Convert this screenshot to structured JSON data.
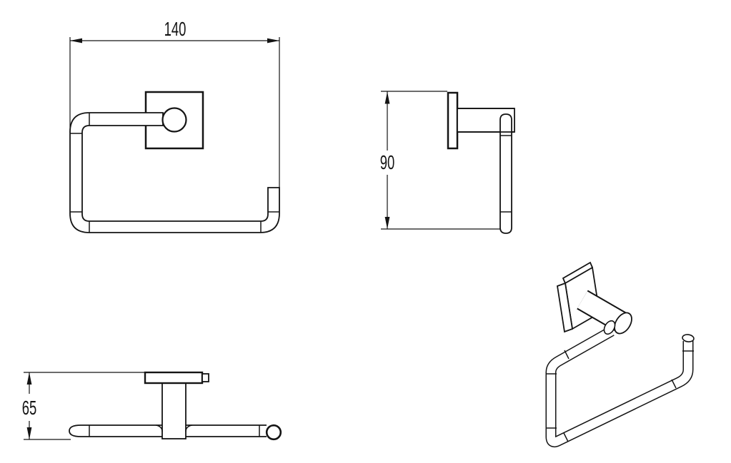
{
  "colors": {
    "background": "#ffffff",
    "line": "#141414"
  },
  "views": {
    "front": {
      "dimension_width": "140"
    },
    "side": {
      "dimension_height": "90"
    },
    "top": {
      "dimension_depth": "65"
    },
    "isometric": {}
  }
}
